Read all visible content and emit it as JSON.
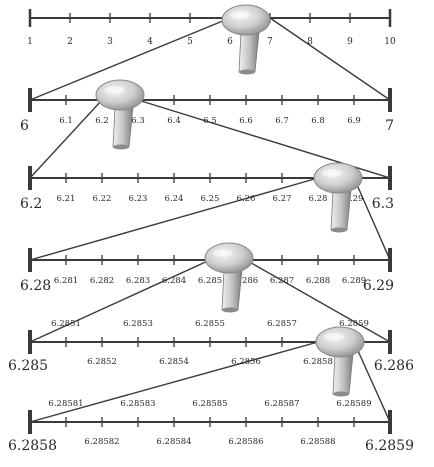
{
  "colors": {
    "line": "#3a3a3a",
    "lens_light": "#e6e6e6",
    "lens_dark": "#9a9a9a",
    "handle_light": "#d8d8d8",
    "handle_dark": "#8c8c8c"
  },
  "rows": [
    {
      "start_label": "1",
      "end_label": "10",
      "minor_labels": [
        "1",
        "2",
        "3",
        "4",
        "5",
        "6",
        "7",
        "8",
        "9",
        "10"
      ],
      "endpoint_style": "small"
    },
    {
      "start_label": "6",
      "end_label": "7",
      "minor_labels": [
        "6.1",
        "6.2",
        "6.3",
        "6.4",
        "6.5",
        "6.6",
        "6.7",
        "6.8",
        "6.9"
      ],
      "endpoint_style": "large"
    },
    {
      "start_label": "6.2",
      "end_label": "6.3",
      "minor_labels": [
        "6.21",
        "6.22",
        "6.23",
        "6.24",
        "6.25",
        "6.26",
        "6.27",
        "6.28",
        "6.29"
      ],
      "endpoint_style": "large"
    },
    {
      "start_label": "6.28",
      "end_label": "6.29",
      "minor_labels": [
        "6.281",
        "6.282",
        "6.283",
        "6.284",
        "6.285",
        "6.286",
        "6.287",
        "6.288",
        "6.289"
      ],
      "endpoint_style": "large"
    },
    {
      "start_label": "6.285",
      "end_label": "6.286",
      "minor_labels": [
        "6.2851",
        "6.2852",
        "6.2853",
        "6.2854",
        "6.2855",
        "6.2856",
        "6.2857",
        "6.2858",
        "6.2859"
      ],
      "endpoint_style": "large",
      "alternating": true
    },
    {
      "start_label": "6.2858",
      "end_label": "6.2859",
      "minor_labels": [
        "6.28581",
        "6.28582",
        "6.28583",
        "6.28584",
        "6.28585",
        "6.28586",
        "6.28587",
        "6.28588",
        "6.28589"
      ],
      "endpoint_style": "large",
      "alternating": true
    }
  ]
}
